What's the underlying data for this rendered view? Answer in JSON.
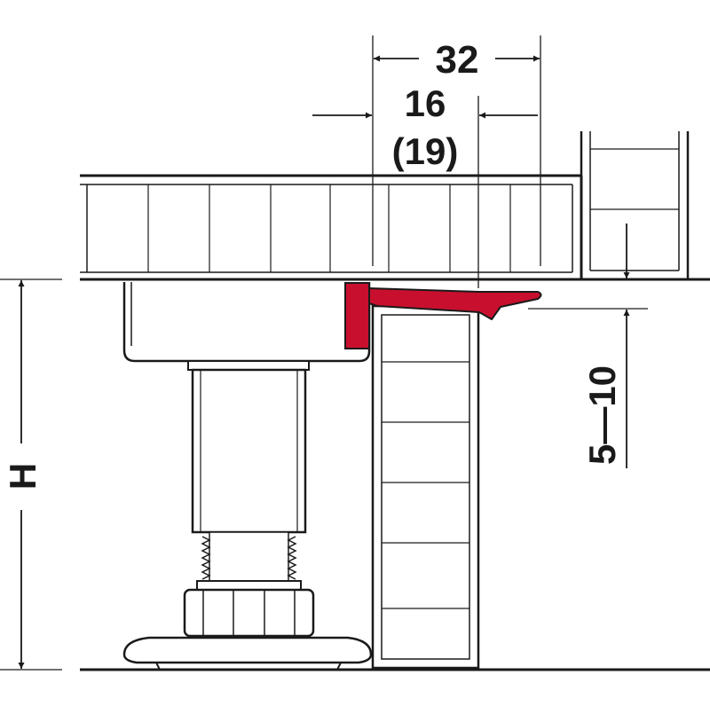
{
  "dimensions": {
    "width_32": "32",
    "width_16": "16",
    "width_19": "(19)",
    "range": "5—10",
    "height": "H"
  },
  "colors": {
    "line": "#1a1a1a",
    "clip": "#c8102e",
    "background": "#ffffff"
  }
}
